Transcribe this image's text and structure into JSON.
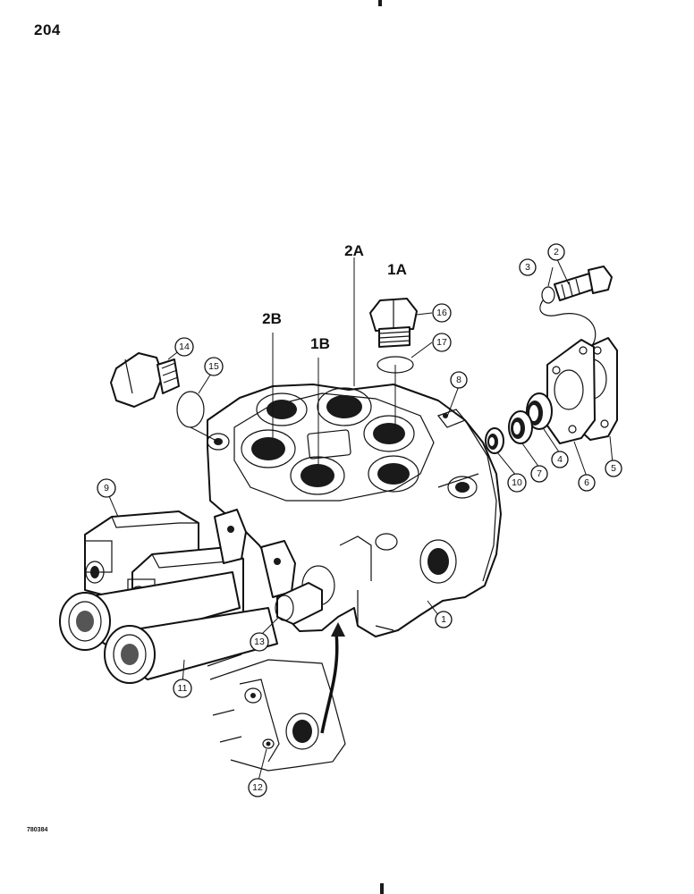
{
  "page": {
    "number": "204",
    "figure_code": "780384"
  },
  "port_labels": {
    "p2A": "2A",
    "p1A": "1A",
    "p2B": "2B",
    "p1B": "1B"
  },
  "callouts": {
    "c1": "1",
    "c2": "2",
    "c3": "3",
    "c4": "4",
    "c5": "5",
    "c6": "6",
    "c7": "7",
    "c8": "8",
    "c9": "9",
    "c10": "10",
    "c11": "11",
    "c12": "12",
    "c13": "13",
    "c14": "14",
    "c15": "15",
    "c16": "16",
    "c17": "17"
  }
}
